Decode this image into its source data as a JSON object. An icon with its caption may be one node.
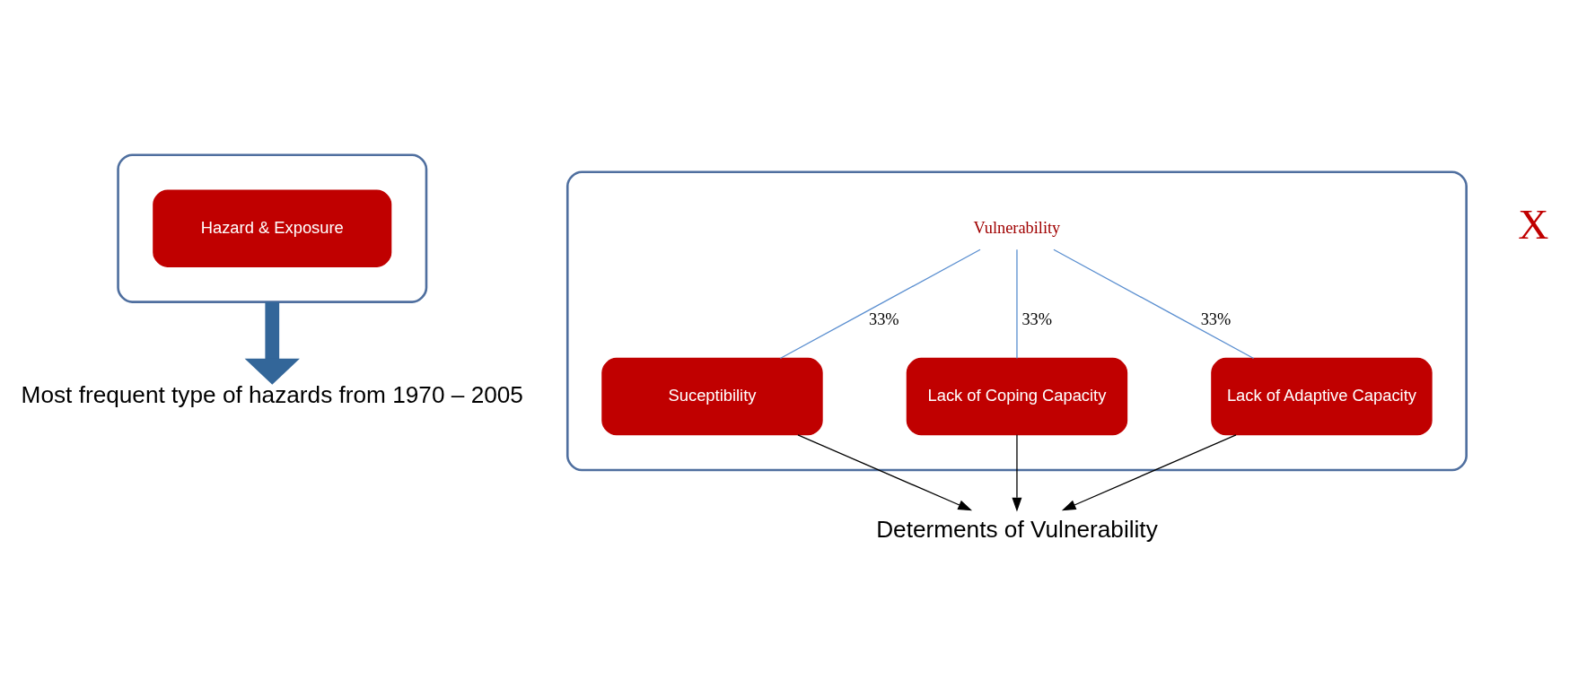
{
  "diagram": {
    "nodes": [
      {
        "text": [],
        "shape": "box"
      },
      {
        "text": [
          "Hazard & Exposure"
        ],
        "in": 0
      },
      {
        "text": [],
        "shape": "box"
      },
      {
        "text": [
          "Vulnerability"
        ],
        "in": 2
      },
      {
        "text": [
          "Suceptibility"
        ],
        "in": 2
      },
      {
        "text": [
          "Lack of Coping Capacity"
        ],
        "in": 2
      },
      {
        "text": [
          "Lack of Adaptive Capacity"
        ],
        "in": 2
      },
      {
        "text": [
          "Determents of Vulnerability"
        ]
      },
      {
        "text": [
          "Most frequent type of hazards from 1970 – 2005"
        ]
      }
    ],
    "edges": [
      {
        "from": 3,
        "to": 4,
        "arrow": "none",
        "label": "33%",
        "color": "#5b8fd0"
      },
      {
        "from": 3,
        "to": 5,
        "arrow": "none",
        "label": "33%",
        "color": "#5b8fd0"
      },
      {
        "from": 3,
        "to": 6,
        "arrow": "none",
        "label": "33%",
        "color": "#5b8fd0"
      },
      {
        "from": 4,
        "to": 7,
        "arrow": "to",
        "color": "#000000"
      },
      {
        "from": 5,
        "to": 7,
        "arrow": "to",
        "color": "#000000"
      },
      {
        "from": 6,
        "to": 7,
        "arrow": "to",
        "color": "#000000"
      },
      {
        "from": 0,
        "to": 8,
        "arrow": "to",
        "style": "thick",
        "color": "#336699"
      }
    ],
    "labels": [
      "X"
    ]
  }
}
